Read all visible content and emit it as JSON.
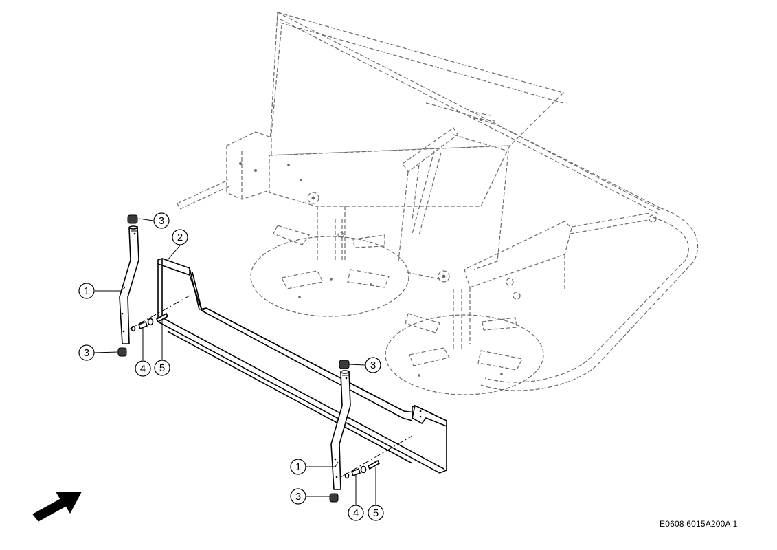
{
  "drawing": {
    "reference": "E0608 6015A200A 1"
  },
  "callouts": {
    "tube": "1",
    "guard_plate": "2",
    "plug": "3",
    "washer": "4",
    "pin": "5"
  },
  "icons": {
    "direction_arrow": "direction-arrow-icon"
  },
  "colors": {
    "line": "#000000",
    "ghost_line": "#6a6a6a",
    "background": "#ffffff"
  }
}
